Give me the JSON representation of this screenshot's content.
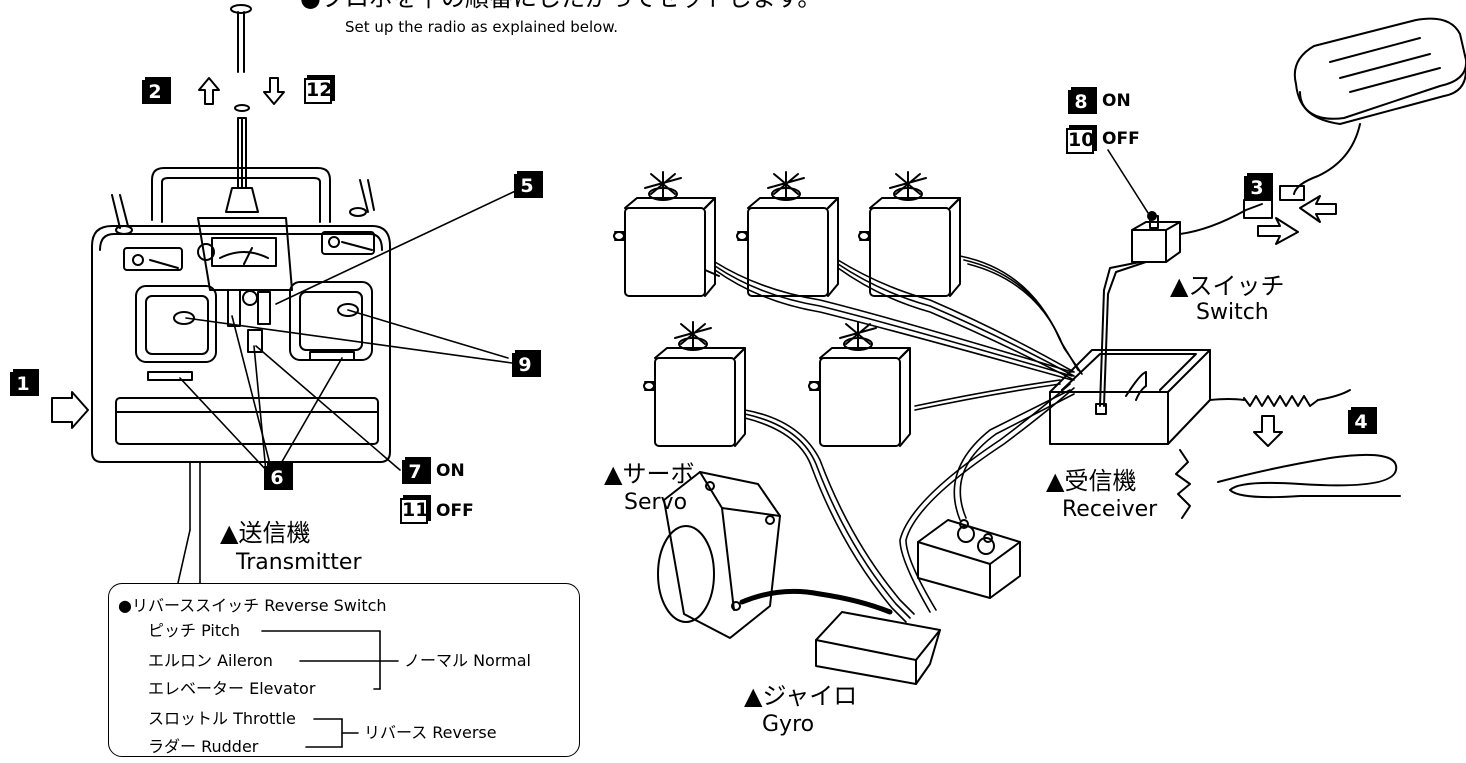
{
  "header": {
    "instruction_jp": "●プロポを下の順番にしたがってセットします。",
    "instruction_en": "Set up the radio as explained below."
  },
  "steps": {
    "s1": "1",
    "s2": "2",
    "s3": "3",
    "s4": "4",
    "s5": "5",
    "s6": "6",
    "s7": "7",
    "s8": "8",
    "s9": "9",
    "s10": "10",
    "s11": "11",
    "s12": "12"
  },
  "switch_states": {
    "on7": "ON",
    "off11": "OFF",
    "on8": "ON",
    "off10": "OFF"
  },
  "labels": {
    "transmitter_jp": "▲送信機",
    "transmitter_en": "Transmitter",
    "servo_jp": "▲サーボ",
    "servo_en": "Servo",
    "gyro_jp": "▲ジャイロ",
    "gyro_en": "Gyro",
    "receiver_jp": "▲受信機",
    "receiver_en": "Receiver",
    "switch_jp": "▲スイッチ",
    "switch_en": "Switch"
  },
  "reverse_box": {
    "title": "●リバーススイッチ  Reverse Switch",
    "items": [
      "ピッチ  Pitch",
      "エルロン  Aileron",
      "エレベーター  Elevator",
      "スロットル  Throttle",
      "ラダー  Rudder"
    ],
    "normal": "ノーマル  Normal",
    "reverse": "リバース  Reverse"
  }
}
